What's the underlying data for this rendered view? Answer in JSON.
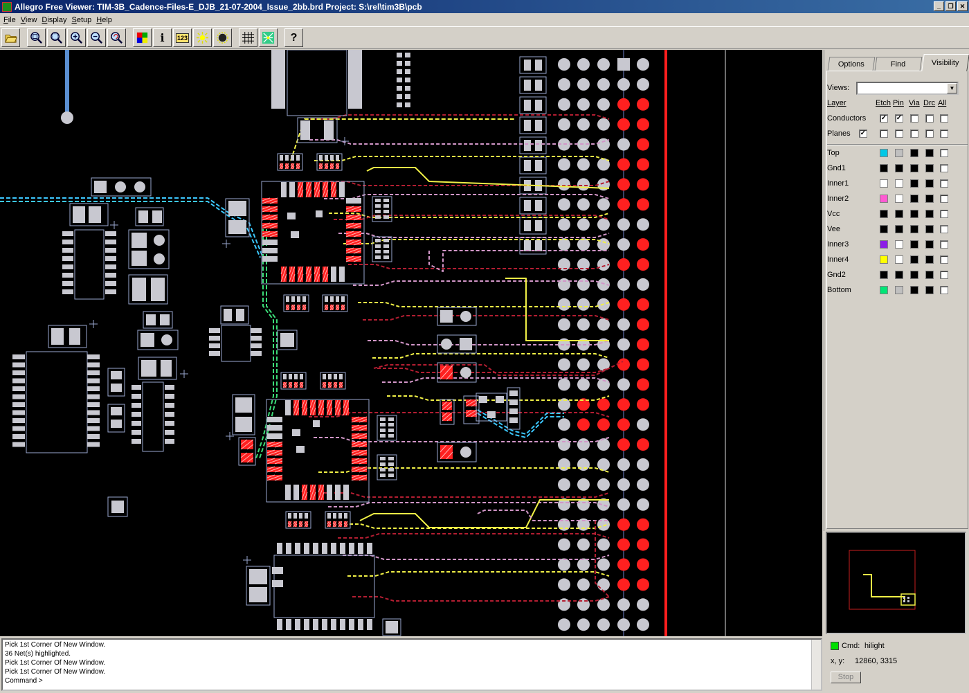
{
  "window": {
    "title": "Allegro Free Viewer: TIM-3B_Cadence-Files-E_DJB_21-07-2004_Issue_2bb.brd  Project: S:\\rel\\tim3B\\pcb",
    "controls": [
      "_",
      "❐",
      "✕"
    ]
  },
  "menu": [
    "File",
    "View",
    "Display",
    "Setup",
    "Help"
  ],
  "toolbar": {
    "tools": [
      {
        "name": "open-icon"
      },
      {
        "name": "zoom-fit-icon"
      },
      {
        "name": "zoom-window-icon"
      },
      {
        "name": "zoom-in-icon"
      },
      {
        "name": "zoom-out-icon"
      },
      {
        "name": "zoom-previous-icon"
      },
      {
        "name": "color-icon"
      },
      {
        "name": "info-icon",
        "glyph": "i"
      },
      {
        "name": "measure-icon",
        "glyph": "123"
      },
      {
        "name": "highlight-icon"
      },
      {
        "name": "dehighlight-icon"
      },
      {
        "name": "grid-icon"
      },
      {
        "name": "ratsnest-icon"
      },
      {
        "name": "help-icon",
        "glyph": "?"
      }
    ]
  },
  "panel": {
    "tabs": [
      "Options",
      "Find",
      "Visibility"
    ],
    "active_tab": "Visibility",
    "views_label": "Views:",
    "views_value": "",
    "headers": {
      "layer": "Layer",
      "etch": "Etch",
      "pin": "Pin",
      "via": "Via",
      "drc": "Drc",
      "all": "All"
    },
    "conductors": {
      "label": "Conductors",
      "checks": [
        true,
        true,
        false,
        false,
        false
      ]
    },
    "planes": {
      "label": "Planes",
      "check": true,
      "checks": [
        false,
        false,
        false,
        false,
        false
      ]
    },
    "layers": [
      {
        "name": "Top",
        "color": "#00c8e6",
        "pin": "#c0c0c0"
      },
      {
        "name": "Gnd1",
        "color": "#000000",
        "pin": "#000000"
      },
      {
        "name": "Inner1",
        "color": "#ffffff",
        "pin": "#ffffff"
      },
      {
        "name": "Inner2",
        "color": "#ff5ad2",
        "pin": "#ffffff"
      },
      {
        "name": "Vcc",
        "color": "#000000",
        "pin": "#000000"
      },
      {
        "name": "Vee",
        "color": "#000000",
        "pin": "#000000"
      },
      {
        "name": "Inner3",
        "color": "#8c1ee6",
        "pin": "#ffffff"
      },
      {
        "name": "Inner4",
        "color": "#ffff00",
        "pin": "#ffffff"
      },
      {
        "name": "Gnd2",
        "color": "#000000",
        "pin": "#000000"
      },
      {
        "name": "Bottom",
        "color": "#00e676",
        "pin": "#c0c0c0"
      }
    ]
  },
  "console": {
    "lines": [
      "Pick 1st Corner Of New Window.",
      "36 Net(s) highlighted.",
      "Pick 1st Corner Of New Window.",
      "Pick 1st Corner Of New Window.",
      "Command >"
    ]
  },
  "status": {
    "cmd_label": "Cmd:",
    "cmd_value": "hilight",
    "xy_label": "x, y:",
    "xy_value": "12860, 3315",
    "stop_label": "Stop"
  },
  "colors": {
    "pad": "#c8c8d0",
    "highlight": "#ff2020",
    "outline": "#9aa8d0",
    "trace_red": "#b41e32",
    "trace_pink": "#d296c8",
    "trace_yellow": "#f0f046",
    "trace_cyan": "#3cc8ff",
    "trace_green": "#3cdc78"
  }
}
